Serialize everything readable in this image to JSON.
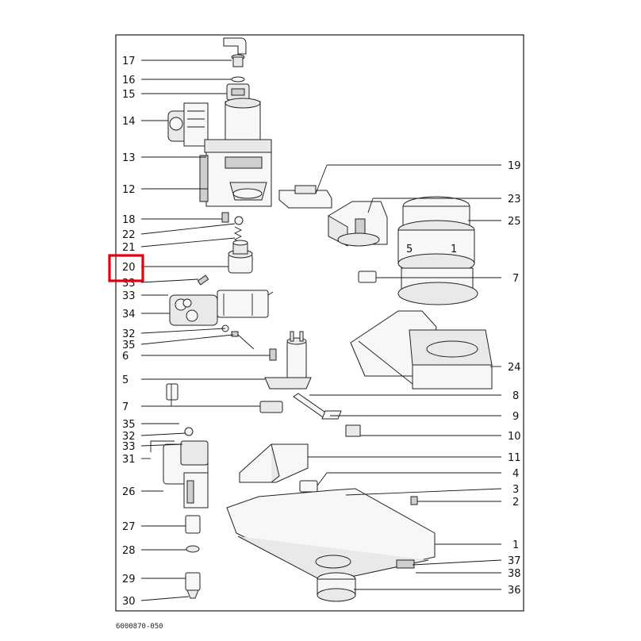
{
  "diagram_code": "6000870-050",
  "highlight_color": "#e3000f",
  "highlighted_callout": "20",
  "left_callouts": [
    "17",
    "16",
    "15",
    "14",
    "13",
    "12",
    "18",
    "22",
    "21",
    "20",
    "33",
    "33",
    "34",
    "32",
    "35",
    "6",
    "5",
    "7",
    "35",
    "32",
    "33",
    "31",
    "26",
    "27",
    "28",
    "29",
    "30"
  ],
  "right_callouts": [
    "19",
    "23",
    "25",
    "7",
    "24",
    "8",
    "9",
    "10",
    "11",
    "4",
    "3",
    "2",
    "1",
    "37",
    "38",
    "36"
  ]
}
